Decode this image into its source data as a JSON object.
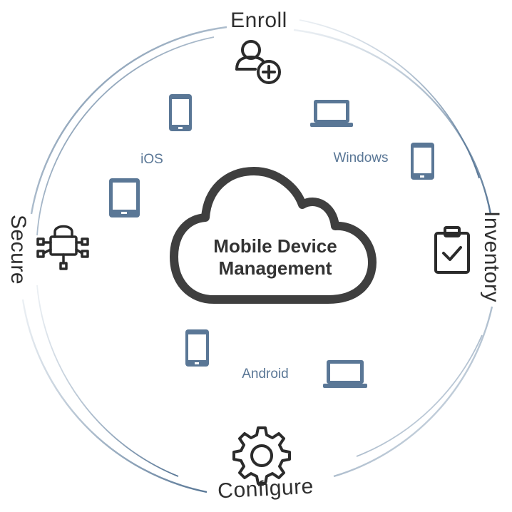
{
  "center": {
    "title_line1": "Mobile Device",
    "title_line2": "Management"
  },
  "stages": {
    "enroll": "Enroll",
    "inventory": "Inventory",
    "configure": "Configure",
    "secure": "Secure"
  },
  "platforms": {
    "ios": "iOS",
    "windows": "Windows",
    "android": "Android"
  },
  "colors": {
    "device": "#5a7796",
    "icon": "#2b2b2b",
    "ring": "#6f8aa6"
  }
}
